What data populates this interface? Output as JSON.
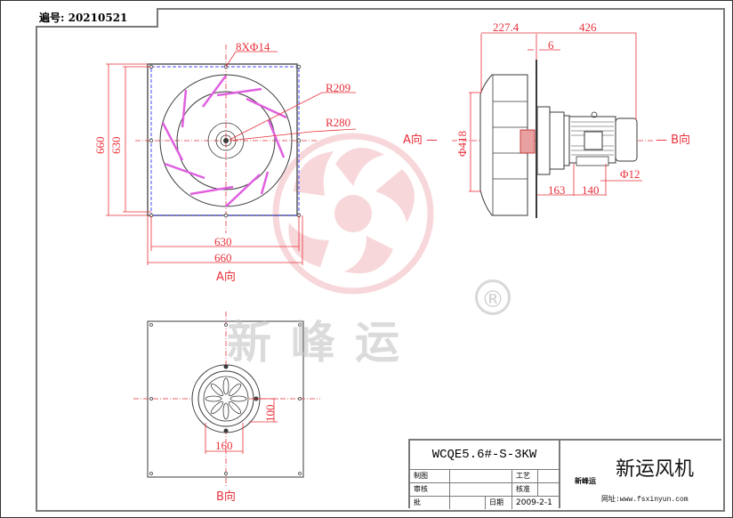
{
  "drawing": {
    "serial_label": "遍号: 20210521",
    "model": "WCQE5.6#-S-3KW",
    "colors": {
      "dimension": "#e8303a",
      "outline": "#3a3a3a",
      "bolt_circle": "#4a4aff",
      "blade": "#e060e0",
      "watermark_red": "#f2b8bc",
      "watermark_gray": "#c8c8c8"
    }
  },
  "front_view": {
    "label": "A向",
    "holes_note": "8XΦ14",
    "radius_inner": "R209",
    "radius_outer": "R280",
    "dim_width_inner": "630",
    "dim_width_outer": "660",
    "dim_height_inner": "630",
    "dim_height_outer": "660"
  },
  "side_view": {
    "label_a": "A向 —",
    "label_b": "— B向",
    "dim_impeller_depth": "227.4",
    "dim_overall_motor": "426",
    "dim_plate_thickness": "6",
    "dim_diameter": "Φ418",
    "dim_foot_offset": "163",
    "dim_foot_spacing": "140",
    "dim_foot_hole": "Φ12"
  },
  "rear_view": {
    "label": "B向",
    "dim_foot_width": "160",
    "dim_foot_height": "100"
  },
  "watermark": {
    "brand_text": "新峰运",
    "registered": "®"
  },
  "title_block": {
    "model": "WCQE5.6#-S-3KW",
    "rows": [
      {
        "label_1": "制图",
        "value_1": "",
        "label_2": "工艺",
        "value_2": ""
      },
      {
        "label_1": "审核",
        "value_1": "",
        "label_2": "核准",
        "value_2": ""
      },
      {
        "label_1": "批",
        "value_1": "",
        "label_2": "日期",
        "value_2": "2009-2-1"
      }
    ],
    "logo_text": "新峰运",
    "company": "新运风机",
    "website": "网址:www.fsxinyun.com"
  }
}
